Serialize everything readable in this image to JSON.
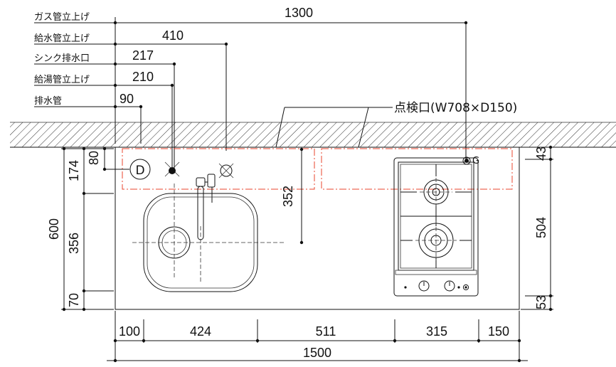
{
  "pipe_labels": {
    "gas": "ガス管立上げ",
    "water_supply": "給水管立上げ",
    "sink_drain": "シンク排水口",
    "hot_water": "給湯管立上げ",
    "drain_pipe": "排水管"
  },
  "offsets": {
    "gas": "1300",
    "water_supply": "410",
    "sink_drain": "217",
    "hot_water": "210",
    "drain_pipe": "90"
  },
  "inspection_label": "点検口(W708×D150)",
  "drain_mark": "D",
  "gas_mark": "G",
  "left_dims": {
    "d80": "80",
    "d174": "174",
    "d600": "600",
    "d356": "356",
    "d70": "70"
  },
  "inner_dim_352": "352",
  "right_dims": {
    "d43": "43",
    "d504": "504",
    "d53": "53"
  },
  "bottom_dims": [
    "100",
    "424",
    "511",
    "315",
    "150"
  ],
  "total_width": "1500"
}
